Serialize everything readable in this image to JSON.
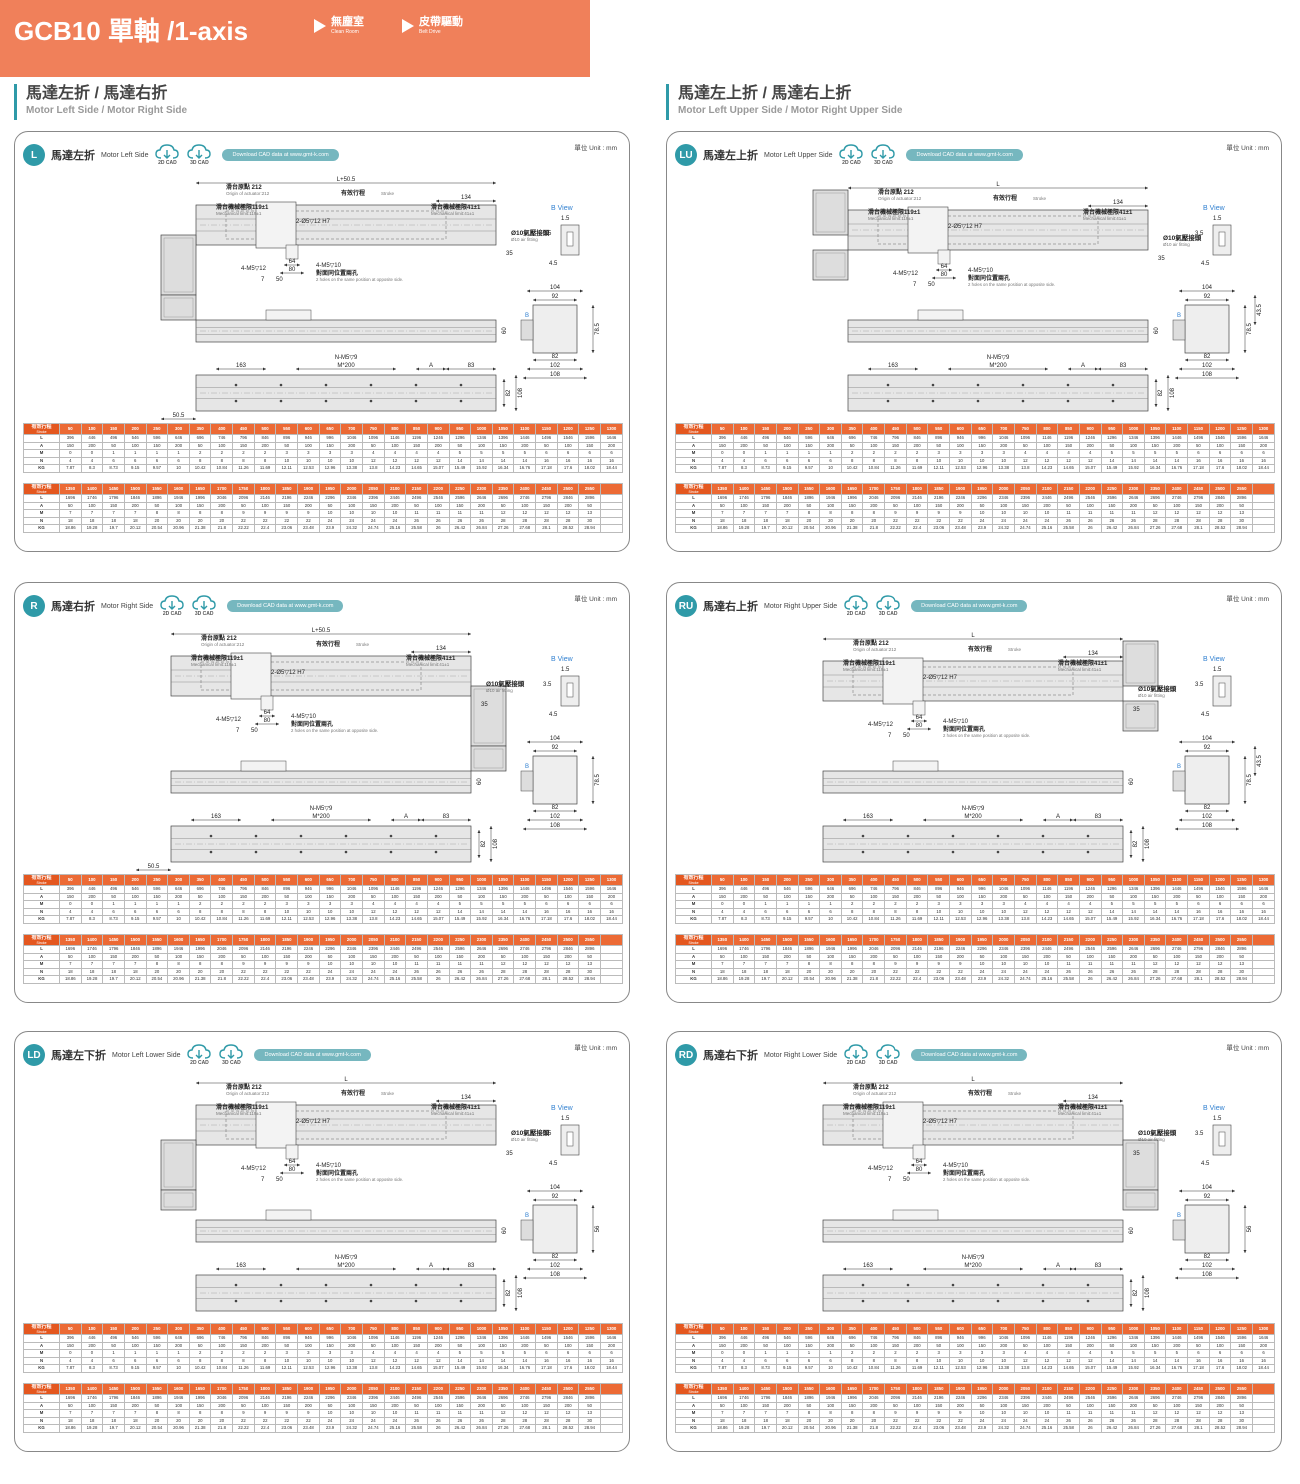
{
  "header": {
    "title": "GCB10 單軸 /1-axis",
    "features": [
      {
        "zh": "無塵室",
        "en": "Clean Room"
      },
      {
        "zh": "皮帶驅動",
        "en": "Belt Drive"
      }
    ]
  },
  "sections": [
    {
      "zh": "馬達左折 / 馬達右折",
      "en": "Motor Left Side / Motor Right Side"
    },
    {
      "zh": "馬達左上折 / 馬達右上折",
      "en": "Motor Left Upper Side / Motor Right Upper Side"
    }
  ],
  "common": {
    "cad2d": "2D CAD",
    "cad3d": "3D CAD",
    "download": "Download CAD data at  www.gmt-k.com",
    "unit": "單位 Unit : mm",
    "labels": {
      "origin": "滑台原點 212",
      "origin_en": "Origin of actuator:212",
      "stroke": "有效行程",
      "stroke_en": "Stroke",
      "mech_l": "滑台機械極限119±1",
      "mech_l_en": "Mechanical limit:119±1",
      "mech_r": "滑台機械極限41±1",
      "mech_r_en": "Mechanical limit:41±1",
      "hole": "2-Ø5▽12 H7",
      "air": "Ø10氣壓接頭",
      "air_en": "Ø10 air fitting",
      "bview": "B View",
      "m5x12": "4-M5▽12",
      "m5x10": "4-M5▽10",
      "same": "對面同位置兩孔",
      "same_en": "2 holes on the same position at opposite side.",
      "nm5": "N-M5▽9",
      "l": "L",
      "l505": "L+50.5",
      "m200": "M*200",
      "a": "A",
      "b": "B",
      "d505": "50.5",
      "d163": "163",
      "d83": "83",
      "d134": "134",
      "d35": "35",
      "d64": "64",
      "d80": "80",
      "d7": "7",
      "d50": "50",
      "d104": "104",
      "d92": "92",
      "d82": "82",
      "d102": "102",
      "d108": "108",
      "d60": "60",
      "d785": "78.5",
      "d15": "1.5",
      "d35b": "3.5",
      "d45": "4.5",
      "d6": "6",
      "d435": "43.5",
      "d56": "56"
    }
  },
  "panels": [
    {
      "code": "L",
      "zh": "馬達左折",
      "en": "Motor Left Side"
    },
    {
      "code": "LU",
      "zh": "馬達左上折",
      "en": "Motor Left Upper Side"
    },
    {
      "code": "R",
      "zh": "馬達右折",
      "en": "Motor Right Side"
    },
    {
      "code": "RU",
      "zh": "馬達右上折",
      "en": "Motor Right Upper Side"
    },
    {
      "code": "LD",
      "zh": "馬達左下折",
      "en": "Motor Left Lower Side"
    },
    {
      "code": "RD",
      "zh": "馬達右下折",
      "en": "Motor Right Lower Side"
    }
  ],
  "table": {
    "stroke_label": "有效行程",
    "stroke_label_en": "Stroke",
    "row_labels": [
      "L",
      "A",
      "M",
      "N",
      "KG"
    ],
    "part1": {
      "strokes": [
        "50",
        "100",
        "150",
        "200",
        "250",
        "300",
        "350",
        "400",
        "450",
        "500",
        "550",
        "600",
        "650",
        "700",
        "750",
        "800",
        "850",
        "900",
        "950",
        "1000",
        "1050",
        "1100",
        "1150",
        "1200",
        "1250",
        "1300"
      ],
      "L": [
        "396",
        "446",
        "496",
        "546",
        "596",
        "646",
        "696",
        "746",
        "796",
        "846",
        "896",
        "946",
        "996",
        "1046",
        "1096",
        "1146",
        "1196",
        "1246",
        "1296",
        "1346",
        "1396",
        "1446",
        "1496",
        "1546",
        "1596",
        "1646"
      ],
      "A": [
        "150",
        "200",
        "50",
        "100",
        "150",
        "200",
        "50",
        "100",
        "150",
        "200",
        "50",
        "100",
        "150",
        "200",
        "50",
        "100",
        "150",
        "200",
        "50",
        "100",
        "150",
        "200",
        "50",
        "100",
        "150",
        "200"
      ],
      "M": [
        "0",
        "0",
        "1",
        "1",
        "1",
        "1",
        "2",
        "2",
        "2",
        "2",
        "3",
        "3",
        "3",
        "3",
        "4",
        "4",
        "4",
        "4",
        "5",
        "5",
        "5",
        "5",
        "6",
        "6",
        "6",
        "6"
      ],
      "N": [
        "4",
        "4",
        "6",
        "6",
        "6",
        "6",
        "8",
        "8",
        "8",
        "8",
        "10",
        "10",
        "10",
        "10",
        "12",
        "12",
        "12",
        "12",
        "14",
        "14",
        "14",
        "14",
        "16",
        "16",
        "16",
        "16"
      ],
      "KG": [
        "7.87",
        "8.3",
        "8.73",
        "9.15",
        "9.57",
        "10",
        "10.42",
        "10.84",
        "11.26",
        "11.69",
        "12.11",
        "12.53",
        "12.96",
        "13.38",
        "13.8",
        "14.23",
        "14.65",
        "15.07",
        "15.49",
        "15.92",
        "16.34",
        "16.76",
        "17.18",
        "17.6",
        "18.02",
        "18.44"
      ]
    },
    "part2": {
      "strokes": [
        "1350",
        "1400",
        "1450",
        "1500",
        "1550",
        "1600",
        "1650",
        "1700",
        "1750",
        "1800",
        "1850",
        "1900",
        "1950",
        "2000",
        "2050",
        "2100",
        "2150",
        "2200",
        "2250",
        "2300",
        "2350",
        "2400",
        "2450",
        "2500",
        "2550"
      ],
      "L": [
        "1696",
        "1746",
        "1796",
        "1846",
        "1896",
        "1946",
        "1996",
        "2046",
        "2096",
        "2146",
        "2196",
        "2246",
        "2296",
        "2346",
        "2396",
        "2446",
        "2496",
        "2546",
        "2596",
        "2646",
        "2696",
        "2746",
        "2796",
        "2846",
        "2896"
      ],
      "A": [
        "50",
        "100",
        "150",
        "200",
        "50",
        "100",
        "150",
        "200",
        "50",
        "100",
        "150",
        "200",
        "50",
        "100",
        "150",
        "200",
        "50",
        "100",
        "150",
        "200",
        "50",
        "100",
        "150",
        "200",
        "50"
      ],
      "M": [
        "7",
        "7",
        "7",
        "7",
        "8",
        "8",
        "8",
        "8",
        "9",
        "9",
        "9",
        "9",
        "10",
        "10",
        "10",
        "10",
        "11",
        "11",
        "11",
        "11",
        "12",
        "12",
        "12",
        "12",
        "13"
      ],
      "N": [
        "18",
        "18",
        "18",
        "18",
        "20",
        "20",
        "20",
        "20",
        "22",
        "22",
        "22",
        "22",
        "24",
        "24",
        "24",
        "24",
        "26",
        "26",
        "26",
        "26",
        "28",
        "28",
        "28",
        "28",
        "30"
      ],
      "KG": [
        "18.86",
        "19.28",
        "19.7",
        "20.12",
        "20.54",
        "20.96",
        "21.38",
        "21.8",
        "22.22",
        "22.4",
        "23.06",
        "23.48",
        "23.9",
        "24.32",
        "24.74",
        "25.16",
        "25.58",
        "26",
        "26.42",
        "26.84",
        "27.26",
        "27.68",
        "28.1",
        "28.52",
        "28.94"
      ]
    }
  }
}
